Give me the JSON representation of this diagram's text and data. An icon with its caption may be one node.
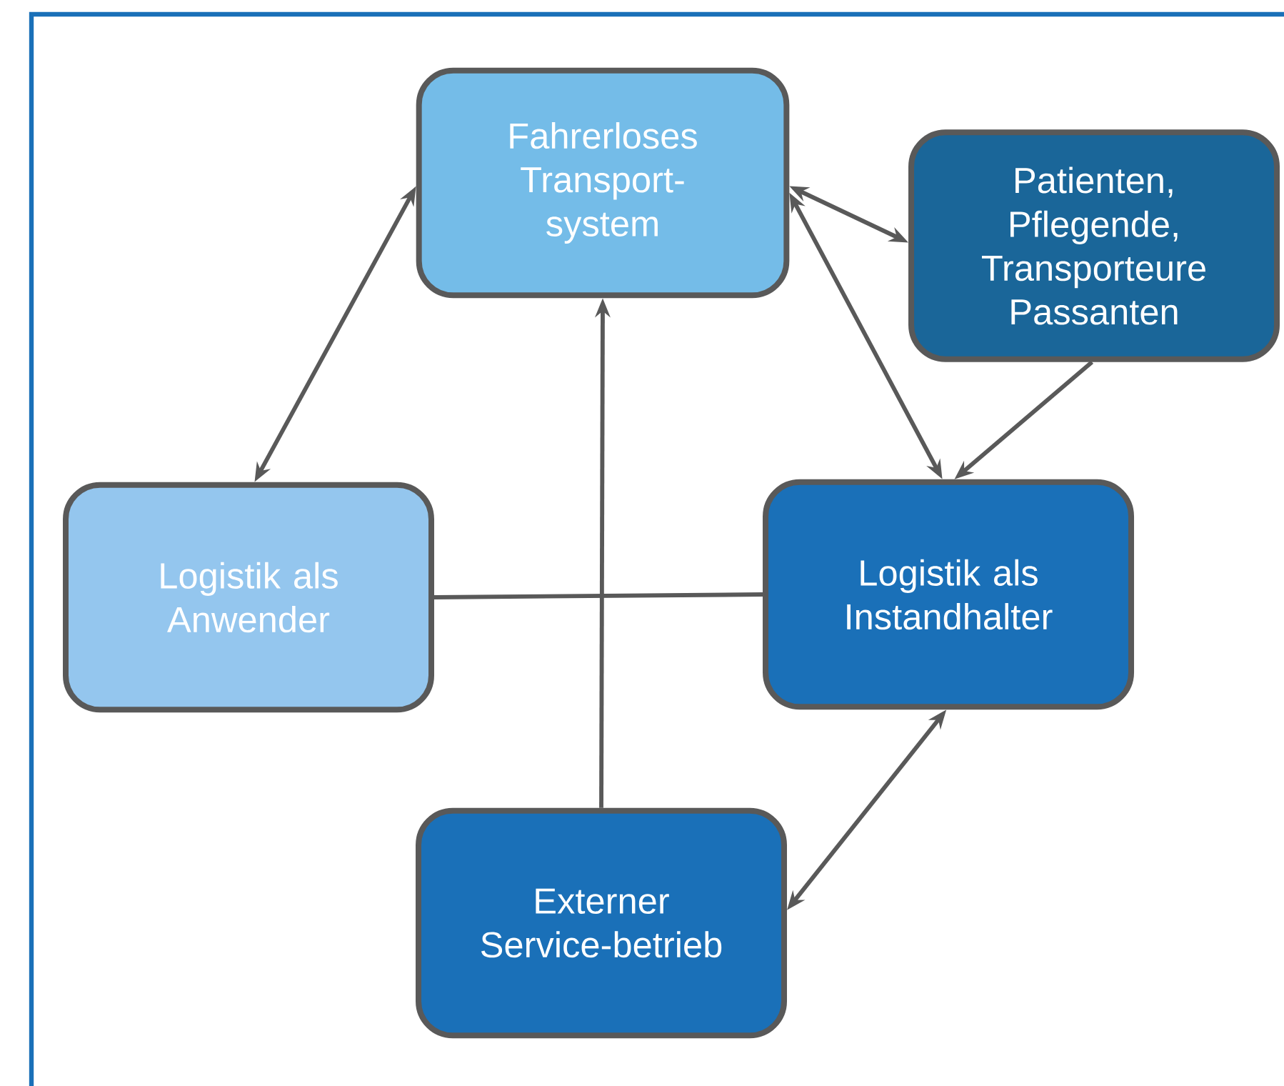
{
  "diagram": {
    "nodes": [
      {
        "text": [
          "Fahrerloses Transport-system"
        ]
      },
      {
        "text": [
          "Patienten, Pflegende, Transporteure Passanten"
        ]
      },
      {
        "text": [
          "Logistik als Anwender"
        ]
      },
      {
        "text": [
          "Logistik als Instandhalter"
        ]
      },
      {
        "text": [
          "Externer Service-betrieb"
        ]
      }
    ],
    "edges": [
      {
        "from": 0,
        "to": 2,
        "arrow": "both"
      },
      {
        "from": 0,
        "to": 1,
        "arrow": "both"
      },
      {
        "from": 0,
        "to": 3,
        "arrow": "both"
      },
      {
        "from": 1,
        "to": 3,
        "arrow": "to"
      },
      {
        "from": 2,
        "to": 3,
        "arrow": "none"
      },
      {
        "from": 4,
        "to": 0,
        "arrow": "to"
      },
      {
        "from": 4,
        "to": 3,
        "arrow": "both"
      }
    ]
  }
}
